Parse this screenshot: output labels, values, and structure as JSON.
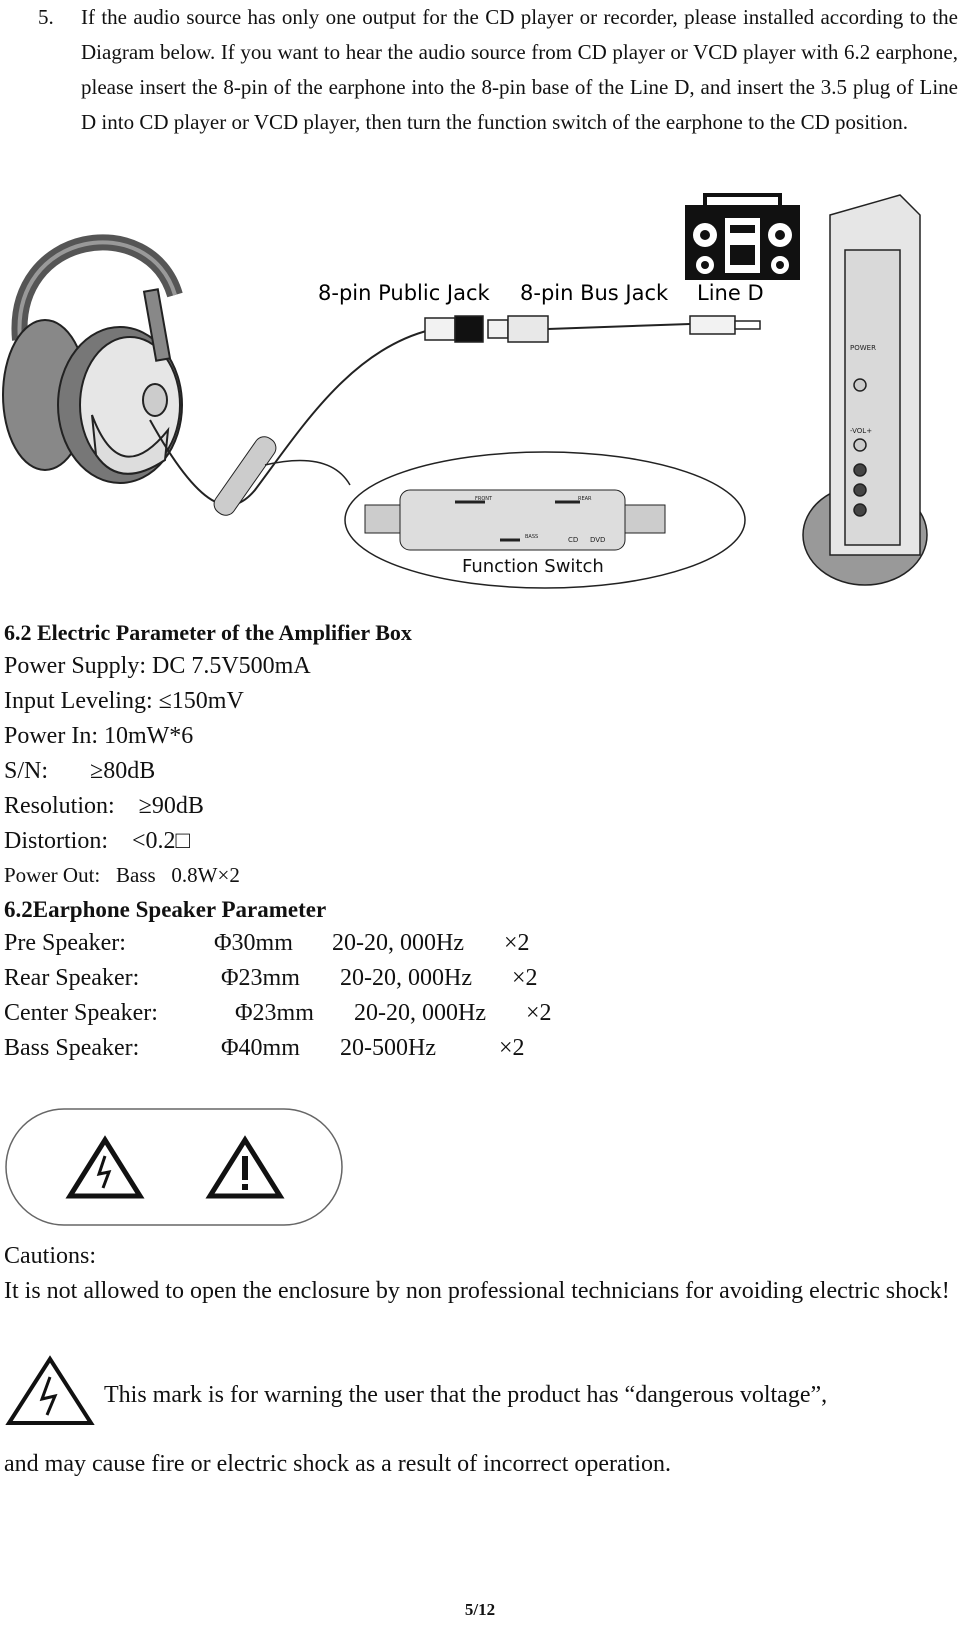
{
  "intro": {
    "number": "5.",
    "text": "If the audio source has only one output for the CD player or recorder, please installed according to the Diagram below.  If you want to hear the audio source from CD player or VCD player with 6.2 earphone, please insert the 8-pin of the earphone into the 8-pin base of the Line D, and insert the 3.5 plug of Line D into CD player or VCD player, then turn the function switch of the earphone to the CD position."
  },
  "diagram": {
    "public_jack": "8-pin Public Jack",
    "bus_jack": "8-pin Bus Jack",
    "line_d": "Line D",
    "function_switch": "Function Switch",
    "switch_front": "FRONT",
    "switch_rear": "REAR",
    "switch_bass": "BASS",
    "switch_cd": "CD",
    "switch_dvd": "DVD",
    "device_power": "POWER",
    "device_vol": "-VOL+"
  },
  "amplifier": {
    "heading": "6.2 Electric Parameter of the Amplifier Box",
    "power_supply": "Power Supply:  DC 7.5V500mA",
    "input_leveling": "Input Leveling:  ≤150mV",
    "power_in": "Power In:  10mW*6",
    "sn": "S/N:       ≥80dB",
    "resolution": "Resolution:    ≥90dB",
    "distortion": "Distortion:    <0.2□",
    "power_out": "Power Out:   Bass   0.8W×2"
  },
  "earphone": {
    "heading": "6.2Earphone Speaker Parameter",
    "rows": [
      {
        "name": "Pre Speaker:",
        "dia": "Φ30mm",
        "freq": "20-20, 000Hz",
        "qty": "×2"
      },
      {
        "name": "Rear Speaker:",
        "dia": "Φ23mm",
        "freq": "20-20, 000Hz",
        "qty": "×2"
      },
      {
        "name": "Center Speaker:",
        "dia": "Φ23mm",
        "freq": "20-20, 000Hz",
        "qty": "×2"
      },
      {
        "name": "Bass Speaker:",
        "dia": "Φ40mm",
        "freq": "20-500Hz",
        "qty": "×2"
      }
    ]
  },
  "caution": {
    "title": "Cautions:",
    "text": "It is not allowed to open the enclosure by non professional technicians for avoiding electric shock!",
    "mark_text": "This mark is for warning the user that the product has “dangerous voltage”,",
    "mark_text2": "and may cause fire or electric shock as a result of incorrect operation."
  },
  "footer": {
    "page": "5/12"
  }
}
